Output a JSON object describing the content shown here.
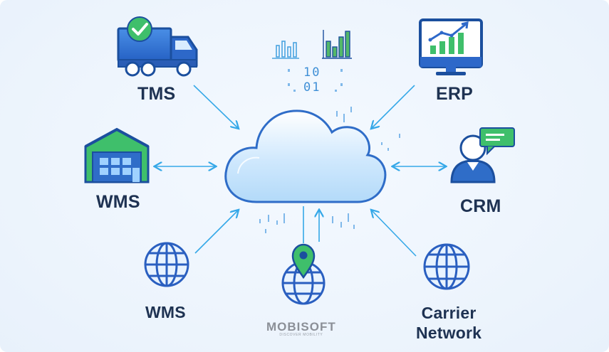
{
  "nodes": {
    "tms": "TMS",
    "erp": "ERP",
    "wms_top": "WMS",
    "crm": "CRM",
    "wms_bottom": "WMS",
    "carrier_line1": "Carrier",
    "carrier_line2": "Network"
  },
  "data_bits": [
    "10",
    "01"
  ],
  "logo": {
    "main": "MOBISOFT",
    "tagline": "DISCOVER MOBILITY"
  },
  "colors": {
    "icon_blue": "#2a6fd1",
    "icon_dark": "#1b4f9e",
    "accent_green": "#3fbf6b",
    "arrow": "#35a8e8",
    "label": "#1e3252"
  },
  "icons": [
    "truck-icon",
    "check-badge-icon",
    "warehouse-icon",
    "globe-icon",
    "location-pin-icon",
    "monitor-chart-icon",
    "user-chat-icon",
    "cloud-icon",
    "bar-chart-icon"
  ]
}
